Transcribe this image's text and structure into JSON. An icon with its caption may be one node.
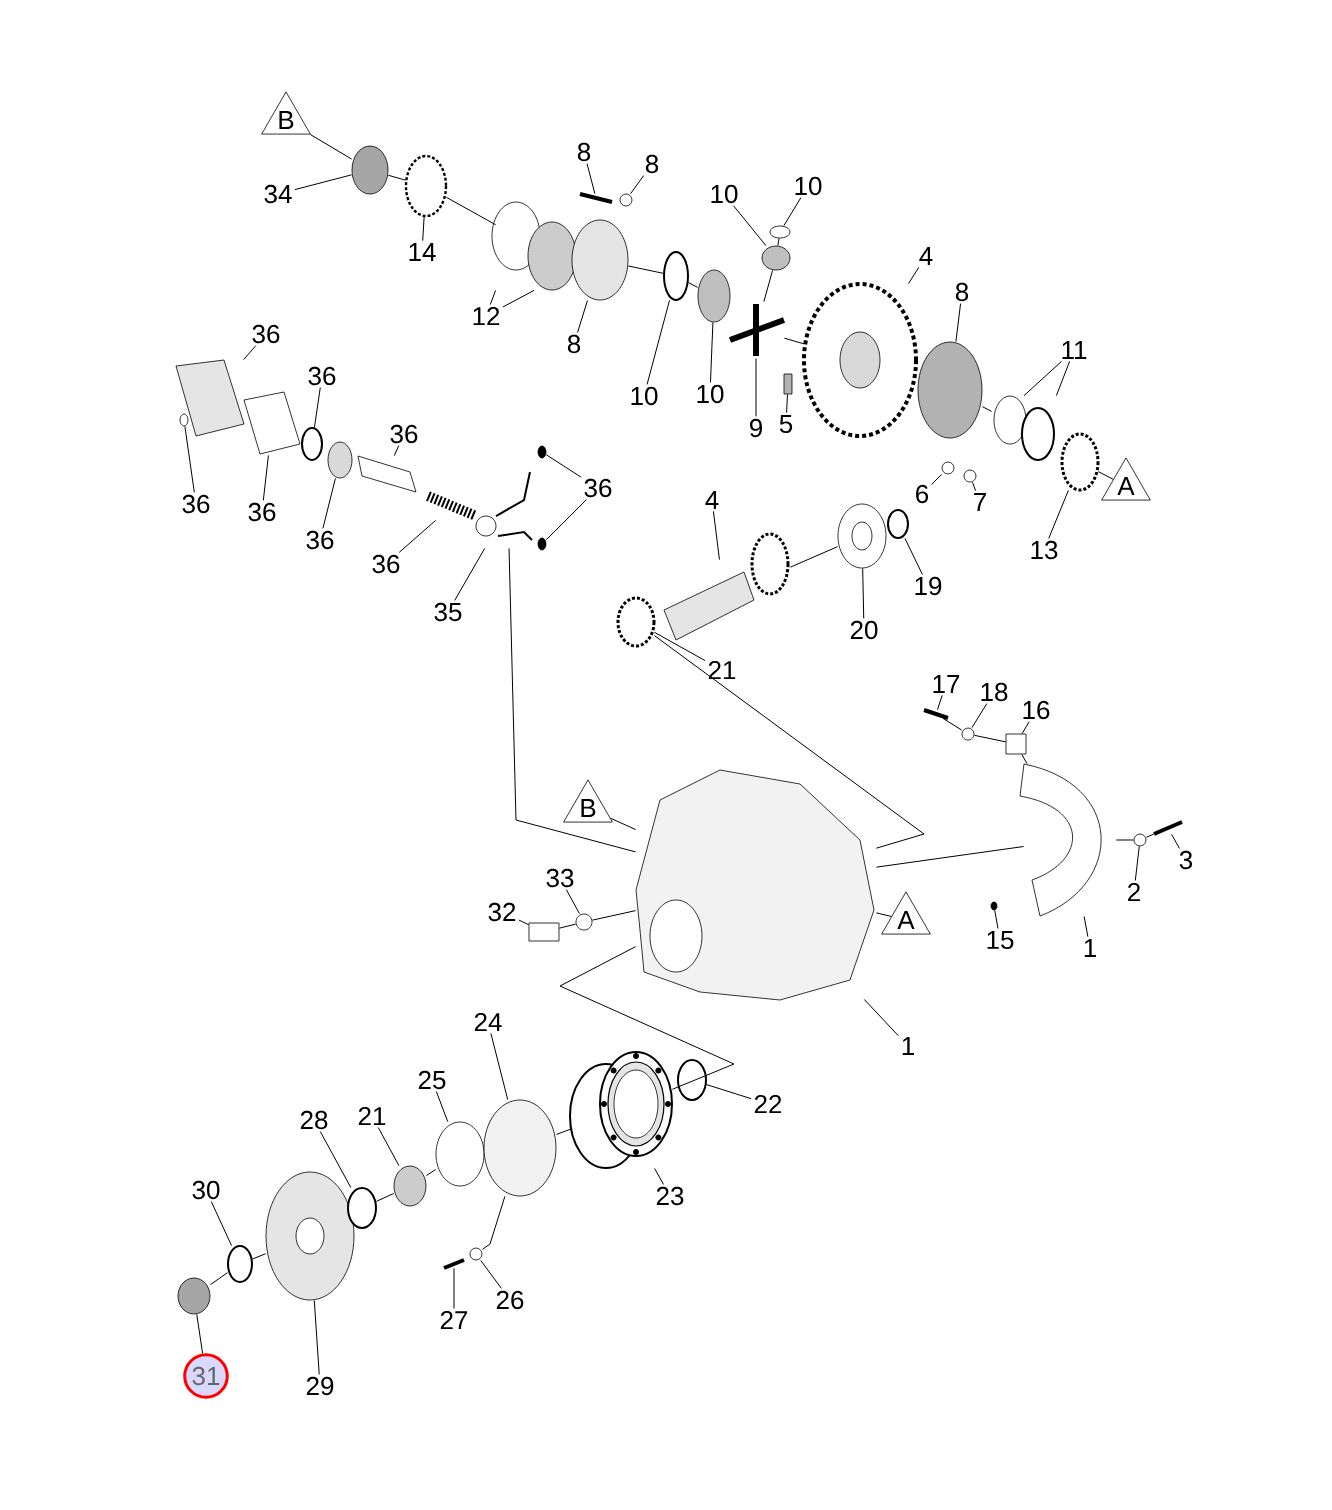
{
  "diagram": {
    "nodes": [
      {
        "text": [
          "B"
        ]
      },
      {
        "text": [
          "34"
        ]
      },
      {
        "text": [
          "14"
        ]
      },
      {
        "text": [
          "8"
        ]
      },
      {
        "text": [
          "8"
        ]
      },
      {
        "text": [
          "10"
        ]
      },
      {
        "text": [
          "10"
        ]
      },
      {
        "text": [
          "12"
        ]
      },
      {
        "text": [
          "8"
        ]
      },
      {
        "text": [
          "10"
        ]
      },
      {
        "text": [
          "10"
        ]
      },
      {
        "text": [
          "9"
        ]
      },
      {
        "text": [
          "5"
        ]
      },
      {
        "text": [
          "4"
        ]
      },
      {
        "text": [
          "8"
        ]
      },
      {
        "text": [
          "11"
        ]
      },
      {
        "text": [
          "6"
        ]
      },
      {
        "text": [
          "7"
        ]
      },
      {
        "text": [
          "A"
        ]
      },
      {
        "text": [
          "13"
        ]
      },
      {
        "text": [
          "36"
        ]
      },
      {
        "text": [
          "36"
        ]
      },
      {
        "text": [
          "36"
        ]
      },
      {
        "text": [
          "36"
        ]
      },
      {
        "text": [
          "36"
        ]
      },
      {
        "text": [
          "36"
        ]
      },
      {
        "text": [
          "36"
        ]
      },
      {
        "text": [
          "36"
        ]
      },
      {
        "text": [
          "35"
        ]
      },
      {
        "text": [
          "4"
        ]
      },
      {
        "text": [
          "19"
        ]
      },
      {
        "text": [
          "20"
        ]
      },
      {
        "text": [
          "21"
        ]
      },
      {
        "text": [
          "17"
        ]
      },
      {
        "text": [
          "18"
        ]
      },
      {
        "text": [
          "16"
        ]
      },
      {
        "text": [
          "B"
        ]
      },
      {
        "text": [
          "33"
        ]
      },
      {
        "text": [
          "3"
        ]
      },
      {
        "text": [
          "32"
        ]
      },
      {
        "text": [
          "A"
        ]
      },
      {
        "text": [
          "2"
        ]
      },
      {
        "text": [
          "1"
        ]
      },
      {
        "text": [
          "15"
        ]
      },
      {
        "text": [
          "1"
        ]
      },
      {
        "text": [
          "24"
        ]
      },
      {
        "text": [
          "25"
        ]
      },
      {
        "text": [
          "28"
        ]
      },
      {
        "text": [
          "21"
        ]
      },
      {
        "text": [
          "22"
        ]
      },
      {
        "text": [
          "23"
        ]
      },
      {
        "text": [
          "30"
        ]
      },
      {
        "text": [
          "26"
        ]
      },
      {
        "text": [
          "27"
        ]
      },
      {
        "text": [
          "29"
        ]
      },
      {
        "text": [
          "31"
        ]
      },
      {
        "text": [],
        "shape": "circle"
      },
      {
        "text": [],
        "shape": "circle"
      },
      {
        "text": [],
        "shape": "picture"
      },
      {
        "text": [],
        "shape": "circle"
      },
      {
        "text": [],
        "shape": "bar"
      },
      {
        "text": [],
        "shape": "circle"
      },
      {
        "text": [],
        "shape": "circle"
      },
      {
        "text": [],
        "shape": "circle"
      },
      {
        "text": [],
        "shape": "picture"
      },
      {
        "text": [],
        "shape": "circle"
      },
      {
        "text": [],
        "shape": "circle"
      },
      {
        "text": [],
        "shape": "box"
      },
      {
        "text": [],
        "shape": "picture"
      },
      {
        "text": [],
        "shape": "circle"
      },
      {
        "text": [],
        "shape": "picture"
      },
      {
        "text": [],
        "shape": "circle"
      },
      {
        "text": [],
        "shape": "circle"
      },
      {
        "text": [],
        "shape": "circle"
      },
      {
        "text": [],
        "shape": "picture"
      },
      {
        "text": [],
        "shape": "picture"
      },
      {
        "text": [],
        "shape": "circle"
      },
      {
        "text": [],
        "shape": "circle"
      },
      {
        "text": [],
        "shape": "circle"
      },
      {
        "text": [],
        "shape": "picture"
      },
      {
        "text": [],
        "shape": "picture"
      },
      {
        "text": [],
        "shape": "picture"
      },
      {
        "text": [],
        "shape": "circle"
      },
      {
        "text": [],
        "shape": "circle"
      },
      {
        "text": [],
        "shape": "picture"
      },
      {
        "text": [],
        "shape": "circle"
      },
      {
        "text": [],
        "shape": "picture"
      },
      {
        "text": [],
        "shape": "circle"
      },
      {
        "text": [],
        "shape": "bar"
      },
      {
        "text": [],
        "shape": "circle"
      },
      {
        "text": [],
        "shape": "box"
      },
      {
        "text": [],
        "shape": "picture"
      },
      {
        "text": [],
        "shape": "bar"
      },
      {
        "text": [],
        "shape": "circle"
      },
      {
        "text": [],
        "shape": "circle"
      },
      {
        "text": [],
        "shape": "picture"
      },
      {
        "text": [],
        "shape": "box"
      },
      {
        "text": [],
        "shape": "circle"
      },
      {
        "text": [],
        "shape": "circle"
      },
      {
        "text": [],
        "shape": "circle"
      },
      {
        "text": [],
        "shape": "picture"
      },
      {
        "text": [],
        "shape": "circle"
      },
      {
        "text": [],
        "shape": "circle"
      },
      {
        "text": [],
        "shape": "circle"
      },
      {
        "text": [],
        "shape": "circle"
      },
      {
        "text": [],
        "shape": "picture"
      },
      {
        "text": [],
        "shape": "circle"
      },
      {
        "text": [],
        "shape": "bar"
      },
      {
        "text": [],
        "shape": "circle"
      }
    ],
    "edges": [
      {
        "from": 0,
        "to": 56,
        "arrow": "none"
      },
      {
        "from": 1,
        "to": 56,
        "arrow": "none"
      },
      {
        "from": 2,
        "to": 57,
        "arrow": "none"
      },
      {
        "from": 3,
        "to": 60,
        "arrow": "none"
      },
      {
        "from": 4,
        "to": 61,
        "arrow": "none"
      },
      {
        "from": 5,
        "to": 65,
        "arrow": "none"
      },
      {
        "from": 6,
        "to": 66,
        "arrow": "none"
      },
      {
        "from": 7,
        "to": 58,
        "arrow": "none"
      },
      {
        "from": 7,
        "to": 58,
        "arrow": "none"
      },
      {
        "from": 8,
        "to": 59,
        "arrow": "none"
      },
      {
        "from": 9,
        "to": 62,
        "arrow": "none"
      },
      {
        "from": 10,
        "to": 63,
        "arrow": "none"
      },
      {
        "from": 11,
        "to": 64,
        "arrow": "none"
      },
      {
        "from": 12,
        "to": 67,
        "arrow": "none"
      },
      {
        "from": 13,
        "to": 68,
        "arrow": "none"
      },
      {
        "from": 14,
        "to": 69,
        "arrow": "none"
      },
      {
        "from": 15,
        "to": 70,
        "arrow": "none"
      },
      {
        "from": 15,
        "to": 70,
        "arrow": "none"
      },
      {
        "from": 16,
        "to": 71,
        "arrow": "none"
      },
      {
        "from": 17,
        "to": 72,
        "arrow": "none"
      },
      {
        "from": 18,
        "to": 73,
        "arrow": "none"
      },
      {
        "from": 19,
        "to": 73,
        "arrow": "none"
      },
      {
        "from": 20,
        "to": 74,
        "arrow": "none"
      },
      {
        "from": 21,
        "to": 77,
        "arrow": "none"
      },
      {
        "from": 22,
        "to": 79,
        "arrow": "none"
      },
      {
        "from": 23,
        "to": 76,
        "arrow": "none"
      },
      {
        "from": 24,
        "to": 75,
        "arrow": "none"
      },
      {
        "from": 25,
        "to": 78,
        "arrow": "none"
      },
      {
        "from": 26,
        "to": 82,
        "arrow": "none"
      },
      {
        "from": 26,
        "to": 83,
        "arrow": "none"
      },
      {
        "from": 27,
        "to": 80,
        "arrow": "none"
      },
      {
        "from": 28,
        "to": 81,
        "arrow": "none"
      },
      {
        "from": 29,
        "to": 84,
        "arrow": "none"
      },
      {
        "from": 30,
        "to": 87,
        "arrow": "none"
      },
      {
        "from": 31,
        "to": 86,
        "arrow": "none"
      },
      {
        "from": 32,
        "to": 85,
        "arrow": "none"
      },
      {
        "from": 33,
        "to": 88,
        "arrow": "none"
      },
      {
        "from": 34,
        "to": 89,
        "arrow": "none"
      },
      {
        "from": 35,
        "to": 90,
        "arrow": "none"
      },
      {
        "from": 36,
        "to": 95,
        "arrow": "none"
      },
      {
        "from": 37,
        "to": 97,
        "arrow": "none"
      },
      {
        "from": 38,
        "to": 92,
        "arrow": "none"
      },
      {
        "from": 39,
        "to": 96,
        "arrow": "none"
      },
      {
        "from": 40,
        "to": 95,
        "arrow": "none"
      },
      {
        "from": 41,
        "to": 93,
        "arrow": "none"
      },
      {
        "from": 42,
        "to": 91,
        "arrow": "none"
      },
      {
        "from": 43,
        "to": 94,
        "arrow": "none"
      },
      {
        "from": 44,
        "to": 95,
        "arrow": "none"
      },
      {
        "from": 45,
        "to": 104,
        "arrow": "none"
      },
      {
        "from": 46,
        "to": 103,
        "arrow": "none"
      },
      {
        "from": 47,
        "to": 101,
        "arrow": "none"
      },
      {
        "from": 48,
        "to": 102,
        "arrow": "none"
      },
      {
        "from": 49,
        "to": 106,
        "arrow": "none"
      },
      {
        "from": 50,
        "to": 105,
        "arrow": "none"
      },
      {
        "from": 51,
        "to": 99,
        "arrow": "none"
      },
      {
        "from": 52,
        "to": 108,
        "arrow": "none"
      },
      {
        "from": 53,
        "to": 107,
        "arrow": "none"
      },
      {
        "from": 54,
        "to": 100,
        "arrow": "none"
      },
      {
        "from": 55,
        "to": 98,
        "arrow": "none"
      },
      {
        "from": 56,
        "to": 57,
        "arrow": "none"
      },
      {
        "from": 57,
        "to": 58,
        "arrow": "none"
      },
      {
        "from": 59,
        "to": 62,
        "arrow": "none"
      },
      {
        "from": 62,
        "to": 63,
        "arrow": "none"
      },
      {
        "from": 64,
        "to": 68,
        "arrow": "none"
      },
      {
        "from": 69,
        "to": 70,
        "arrow": "none"
      },
      {
        "from": 84,
        "to": 86,
        "arrow": "none"
      },
      {
        "from": 98,
        "to": 99,
        "arrow": "none"
      },
      {
        "from": 99,
        "to": 100,
        "arrow": "none"
      },
      {
        "from": 101,
        "to": 102,
        "arrow": "none"
      },
      {
        "from": 102,
        "to": 103,
        "arrow": "none"
      },
      {
        "from": 104,
        "to": 105,
        "arrow": "none"
      },
      {
        "from": 81,
        "to": 95,
        "arrow": "none"
      },
      {
        "from": 85,
        "to": 95,
        "arrow": "none"
      },
      {
        "from": 95,
        "to": 105,
        "arrow": "none"
      },
      {
        "from": 95,
        "to": 91,
        "arrow": "none"
      },
      {
        "from": 91,
        "to": 93,
        "arrow": "none"
      },
      {
        "from": 93,
        "to": 92,
        "arrow": "none"
      },
      {
        "from": 88,
        "to": 89,
        "arrow": "none"
      },
      {
        "from": 89,
        "to": 90,
        "arrow": "none"
      },
      {
        "from": 90,
        "to": 91,
        "arrow": "none"
      },
      {
        "from": 104,
        "to": 108,
        "arrow": "none"
      },
      {
        "from": 96,
        "to": 97,
        "arrow": "none"
      },
      {
        "from": 97,
        "to": 95,
        "arrow": "none"
      },
      {
        "from": 64,
        "to": 65,
        "arrow": "none"
      },
      {
        "from": 65,
        "to": 66,
        "arrow": "none"
      }
    ]
  }
}
